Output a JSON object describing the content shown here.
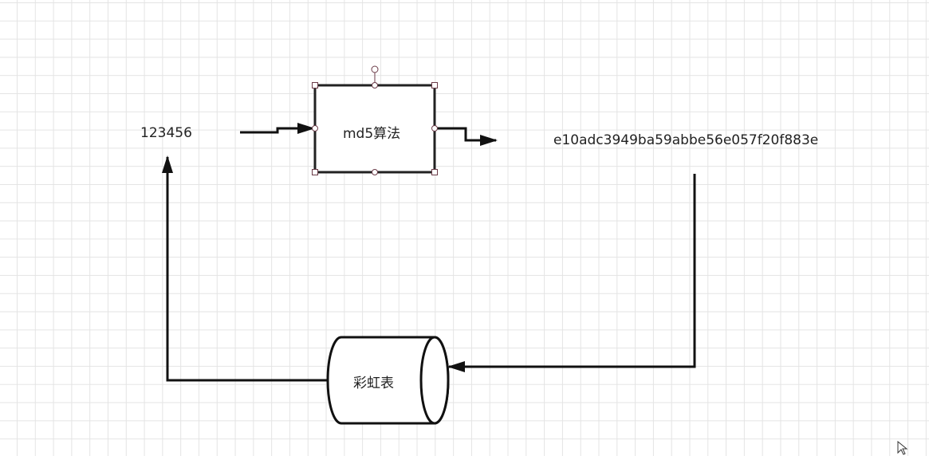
{
  "diagram": {
    "input_text": "123456",
    "algorithm_box_label": "md5算法",
    "hash_output": "e10adc3949ba59abbe56e057f20f883e",
    "rainbow_table_label": "彩虹表",
    "edges": [
      {
        "from": "123456",
        "to": "md5算法"
      },
      {
        "from": "md5算法",
        "to": "e10adc3949ba59abbe56e057f20f883e"
      },
      {
        "from": "e10adc3949ba59abbe56e057f20f883e",
        "to": "彩虹表"
      },
      {
        "from": "彩虹表",
        "to": "123456"
      }
    ],
    "selected_shape": "md5算法"
  },
  "colors": {
    "stroke": "#111111",
    "handle_stroke": "#7a3a4a",
    "grid": "#e4e4e4"
  }
}
